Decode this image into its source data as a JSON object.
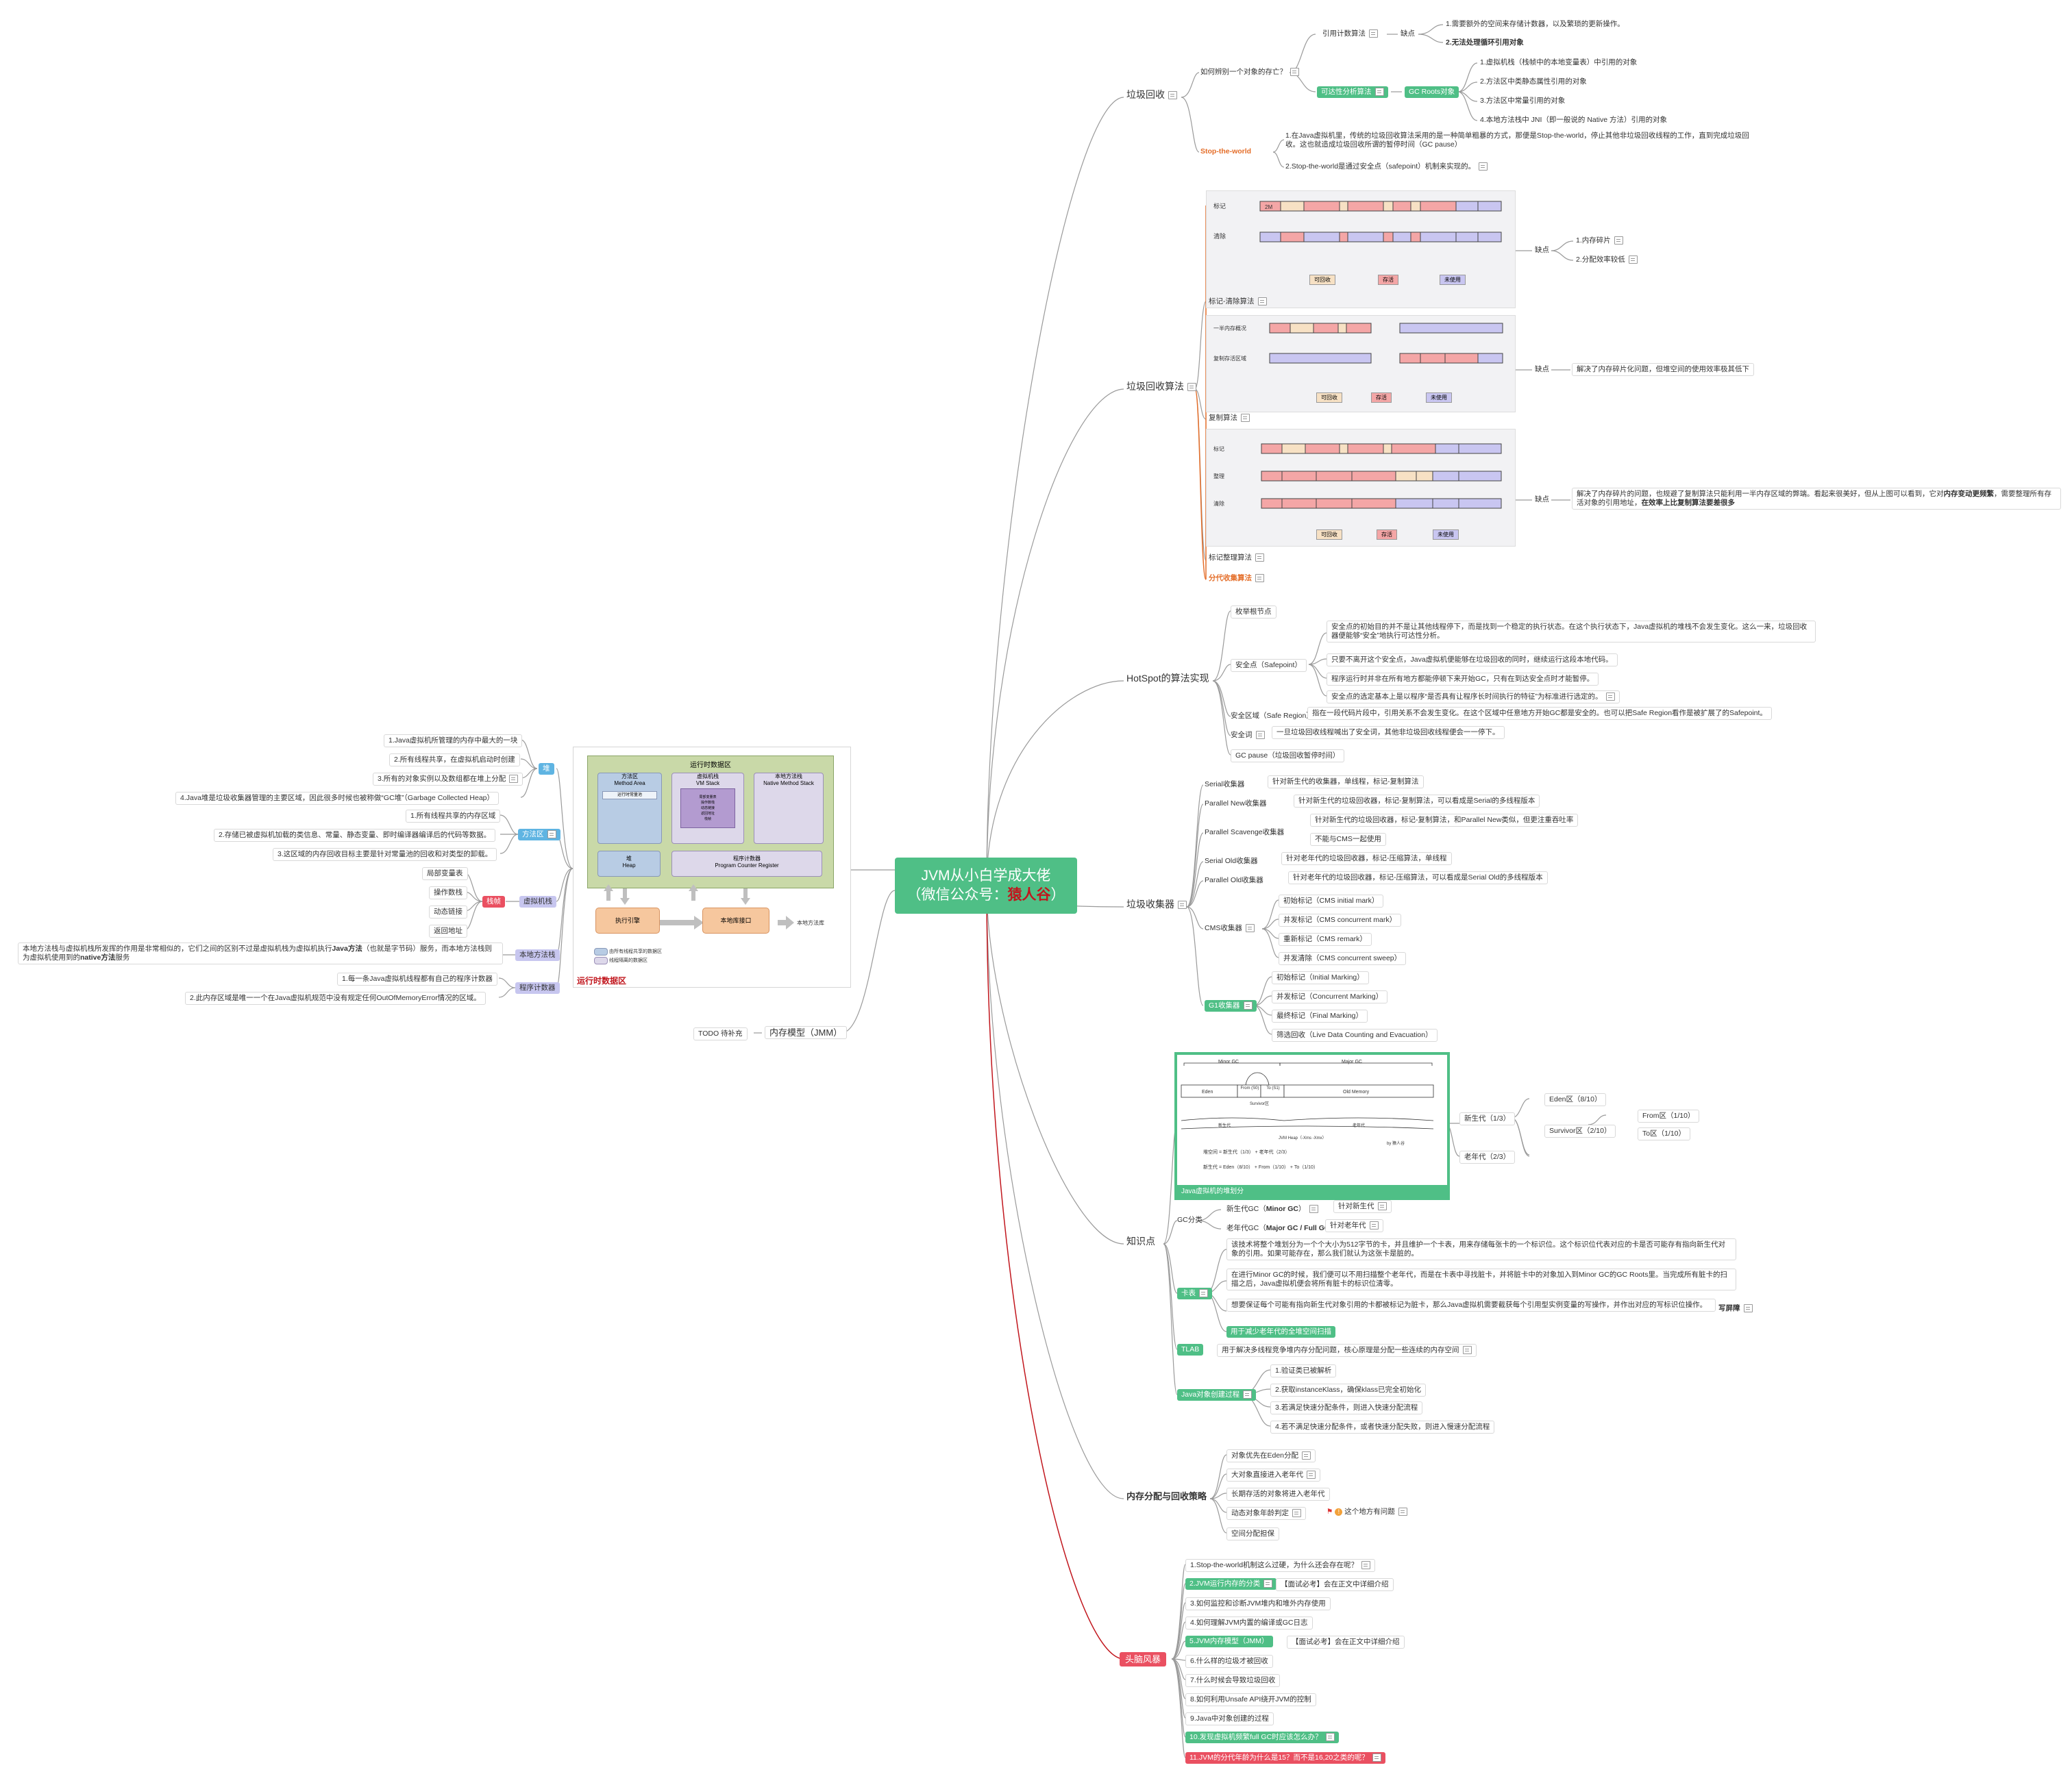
{
  "root": {
    "line1": "JVM从小白学成大佬",
    "line2_prefix": "（微信公众号：",
    "line2_highlight": "猿人谷",
    "line2_suffix": "）"
  },
  "gc": {
    "label": "垃圾回收",
    "how_to_judge": "如何辨别一个对象的存亡？",
    "ref_count": "引用计数算法",
    "ref_count_flaw": "缺点",
    "ref_count_flaw_items": [
      "1.需要额外的空间来存储计数器，以及繁琐的更新操作。",
      "2.无法处理循环引用对象"
    ],
    "reachability": "可达性分析算法",
    "gc_roots": "GC Roots对象",
    "gc_roots_items": [
      "1.虚拟机栈（栈帧中的本地变量表）中引用的对象",
      "2.方法区中类静态属性引用的对象",
      "3.方法区中常量引用的对象",
      "4.本地方法栈中 JNI（即一般说的 Native 方法）引用的对象"
    ],
    "stw": "Stop-the-world",
    "stw_items": [
      "1.在Java虚拟机里，传统的垃圾回收算法采用的是一种简单粗暴的方式，那便是Stop-the-world，停止其他非垃圾回收线程的工作，直到完成垃圾回收。这也就造成垃圾回收所谓的暂停时间（GC pause）",
      "2.Stop-the-world是通过安全点（safepoint）机制来实现的。"
    ]
  },
  "algo": {
    "label": "垃圾回收算法",
    "mark_sweep": "标记-清除算法",
    "mark_sweep_rows": [
      "标记",
      "清除"
    ],
    "mark_sweep_flaw": "缺点",
    "mark_sweep_flaw_items": [
      "1.内存碎片",
      "2.分配效率较低"
    ],
    "copy": "复制算法",
    "copy_rows": [
      "一半内存概况",
      "复制存活区域"
    ],
    "copy_flaw": "缺点",
    "copy_flaw_text": "解决了内存碎片化问题，但堆空间的使用效率极其低下",
    "compact": "标记整理算法",
    "compact_rows": [
      "标记",
      "整理",
      "清除"
    ],
    "compact_flaw": "缺点",
    "compact_flaw_a": "解决了内存碎片的问题，也规避了复制算法只能利用一半内存区域的弊端。看起来很美好，但从上图可以看到，它对",
    "compact_flaw_b": "内存变动更频繁",
    "compact_flaw_c": "，需要整理所有存活对象的引用地址，",
    "compact_flaw_d": "在效率上比复制算法要差很多",
    "generational": "分代收集算法",
    "legend": [
      "可回收",
      "存活",
      "未使用"
    ],
    "block_label": "2M"
  },
  "hotspot": {
    "label": "HotSpot的算法实现",
    "enum_root": "枚举根节点",
    "safepoint": "安全点（Safepoint）",
    "safepoint_items": [
      "安全点的初始目的并不是让其他线程停下，而是找到一个稳定的执行状态。在这个执行状态下，Java虚拟机的堆栈不会发生变化。这么一来，垃圾回收器便能够“安全”地执行可达性分析。",
      "只要不离开这个安全点，Java虚拟机便能够在垃圾回收的同时，继续运行这段本地代码。",
      "程序运行时并非在所有地方都能停顿下来开始GC，只有在到达安全点时才能暂停。",
      "安全点的选定基本上是以程序“是否具有让程序长时间执行的特征”为标准进行选定的。"
    ],
    "safe_region": "安全区域（Safe Region）",
    "safe_region_text": "指在一段代码片段中，引用关系不会发生变化。在这个区域中任意地方开始GC都是安全的。也可以把Safe Region看作是被扩展了的Safepoint。",
    "safe_gate": "安全词",
    "safe_gate_text": "一旦垃圾回收线程喊出了安全词，其他非垃圾回收线程便会一一停下。",
    "gc_pause": "GC pause（垃圾回收暂停时间）"
  },
  "collectors": {
    "label": "垃圾收集器",
    "items": [
      {
        "name": "Serial收集器",
        "desc": "针对新生代的收集器，单线程，标记-复制算法"
      },
      {
        "name": "Parallel New收集器",
        "desc": "针对新生代的垃圾回收器，标记-复制算法，可以看成是Serial的多线程版本"
      },
      {
        "name": "Parallel Scavenge收集器",
        "desc": "针对新生代的垃圾回收器，标记-复制算法，和Parallel New类似，但更注重吞吐率",
        "desc2": "不能与CMS一起使用"
      },
      {
        "name": "Serial Old收集器",
        "desc": "针对老年代的垃圾回收器，标记-压缩算法，单线程"
      },
      {
        "name": "Parallel Old收集器",
        "desc": "针对老年代的垃圾回收器，标记-压缩算法，可以看成是Serial Old的多线程版本"
      }
    ],
    "cms": "CMS收集器",
    "cms_items": [
      "初始标记（CMS initial mark）",
      "并发标记（CMS concurrent mark）",
      "重新标记（CMS remark）",
      "并发清除（CMS concurrent sweep）"
    ],
    "g1": "G1收集器",
    "g1_items": [
      "初始标记（Initial Marking）",
      "并发标记（Concurrent Marking）",
      "最终标记（Final Marking）",
      "筛选回收（Live Data Counting and Evacuation）"
    ]
  },
  "knowledge": {
    "label": "知识点",
    "heap_img_caption": "Java虚拟机的堆划分",
    "heap_img": {
      "minor": "Minor GC",
      "major": "Major GC",
      "eden": "Eden",
      "from": "From (S0)",
      "to": "To (S1)",
      "survivor": "Survivor区",
      "old": "Old Memory",
      "young_cap": "新生代",
      "old_cap": "老年代",
      "heap_cap": "JVM Heap（-Xms -Xmx）",
      "by": "by 猿人谷",
      "f1": "堆空间 = 新生代（1/3） + 老年代（2/3）",
      "f2": "新生代 = Eden（8/10） + From（1/10） + To（1/10）"
    },
    "young": "新生代（1/3）",
    "eden": "Eden区（8/10）",
    "survivor": "Survivor区（2/10）",
    "from": "From区（1/10）",
    "to": "To区（1/10）",
    "old": "老年代（2/3）",
    "gc_kind": "GC分类",
    "minor": "新生代GC（",
    "minor_b": "Minor GC",
    "minor_end": "）",
    "minor_desc": "针对新生代",
    "major": "老年代GC（",
    "major_b": "Major GC / Full GC",
    "major_end": "）",
    "major_desc": "针对老年代",
    "card": "卡表",
    "card_items": [
      "该技术将整个堆划分为一个个大小为512字节的卡，并且维护一个卡表，用来存储每张卡的一个标识位。这个标识位代表对应的卡是否可能存有指向新生代对象的引用。如果可能存在，那么我们就认为这张卡是脏的。",
      "在进行Minor GC的时候，我们便可以不用扫描整个老年代，而是在卡表中寻找脏卡，并将脏卡中的对象加入到Minor GC的GC Roots里。当完成所有脏卡的扫描之后，Java虚拟机便会将所有脏卡的标识位清零。",
      "想要保证每个可能有指向新生代对象引用的卡都被标记为脏卡，那么Java虚拟机需要截获每个引用型实例变量的写操作，并作出对应的写标识位操作。"
    ],
    "write_barrier": "写屏障",
    "card_green": "用于减少老年代的全堆空间扫描",
    "tlab": "TLAB",
    "tlab_text": "用于解决多线程竞争堆内存分配问题，核心原理是分配一些连续的内存空间",
    "create": "Java对象创建过程",
    "create_items": [
      "1.验证类已被解析",
      "2.获取instanceKlass，确保klass已完全初始化",
      "3.若满足快速分配条件，则进入快速分配流程",
      "4.若不满足快速分配条件，或者快速分配失败，则进入慢速分配流程"
    ]
  },
  "alloc": {
    "label": "内存分配与回收策略",
    "items": [
      "对象优先在Eden分配",
      "大对象直接进入老年代",
      "长期存活的对象将进入老年代",
      "动态对象年龄判定",
      "空间分配担保"
    ],
    "flag_text": "这个地方有问题"
  },
  "storm": {
    "label": "头脑风暴",
    "items": [
      "1.Stop-the-world机制这么过硬，为什么还会存在呢？",
      "2.JVM运行内存的分类",
      "3.如何监控和诊断JVM堆内和堆外内存使用",
      "4.如何理解JVM内置的编译或GC日志",
      "5.JVM内存模型（JMM）",
      "6.什么样的垃圾才被回收",
      "7.什么时候会导致垃圾回收",
      "8.如何利用Unsafe API绕开JVM的控制",
      "9.Java中对象创建的过程",
      "10.发现虚拟机频繁full GC时应该怎么办？",
      "11.JVM的分代年龄为什么是15？而不是16,20之类的呢？"
    ],
    "notes": {
      "2": "【面试必考】会在正文中详细介绍",
      "5": "【面试必考】会在正文中详细介绍"
    }
  },
  "jmm": {
    "label": "内存模型（JMM）",
    "todo": "TODO 待补充"
  },
  "runtime": {
    "caption": "运行时数据区",
    "heap": "堆",
    "heap_items": [
      "1.Java虚拟机所管理的内存中最大的一块",
      "2.所有线程共享，在虚拟机启动时创建",
      "3.所有的对象实例以及数组都在堆上分配",
      "4.Java堆是垃圾收集器管理的主要区域，因此很多时候也被称做“GC堆”（Garbage Collected Heap）"
    ],
    "method": "方法区",
    "method_items": [
      "1.所有线程共享的内存区域",
      "2.存储已被虚拟机加载的类信息、常量、静态变量、即时编译器编译后的代码等数据。",
      "3.这区域的内存回收目标主要是针对常量池的回收和对类型的卸载。"
    ],
    "vmstack": "虚拟机栈",
    "frame": "栈帧",
    "frame_items": [
      "局部变量表",
      "操作数栈",
      "动态链接",
      "返回地址"
    ],
    "native": "本地方法栈",
    "native_a": "本地方法栈与虚拟机栈所发挥的作用是非常相似的，它们之间的区别不过是虚拟机栈为虚拟机执行",
    "native_b": "Java方法",
    "native_c": "（也就是字节码）服务，而本地方法栈则为虚拟机使用到的",
    "native_d": "native方法",
    "native_e": "服务",
    "pc": "程序计数器",
    "pc_items": [
      "1.每一条Java虚拟机线程都有自己的程序计数器",
      "2.此内存区域是唯一一个在Java虚拟机规范中没有规定任何OutOfMemoryError情况的区域。"
    ],
    "img": {
      "title": "运行时数据区",
      "method_area": "方法区\nMethod Area",
      "rt_const": "运行时常量池",
      "vm_stack": "虚拟机栈\nVM Stack",
      "frames": [
        "局部变量表",
        "操作数栈",
        "动态链接",
        "返回地址",
        "栈帧"
      ],
      "native_stack": "本地方法栈\nNative Method Stack",
      "heap": "堆\nHeap",
      "pc": "程序计数器\nProgram Counter Register",
      "exec": "执行引擎",
      "native_if": "本地库接口",
      "native_lib": "本地方法库",
      "legend1": "由所有线程共享的数据区",
      "legend2": "线程隔离的数据区"
    }
  },
  "colors": {
    "green": "#4fbf86",
    "red": "#ea5061",
    "orange": "#e46d28",
    "blue": "#5fb4e2",
    "lavender": "#c7c6ef",
    "reclaim": "#f4a6a6",
    "alive": "#f7e1c4",
    "unused": "#c9c6f1"
  }
}
